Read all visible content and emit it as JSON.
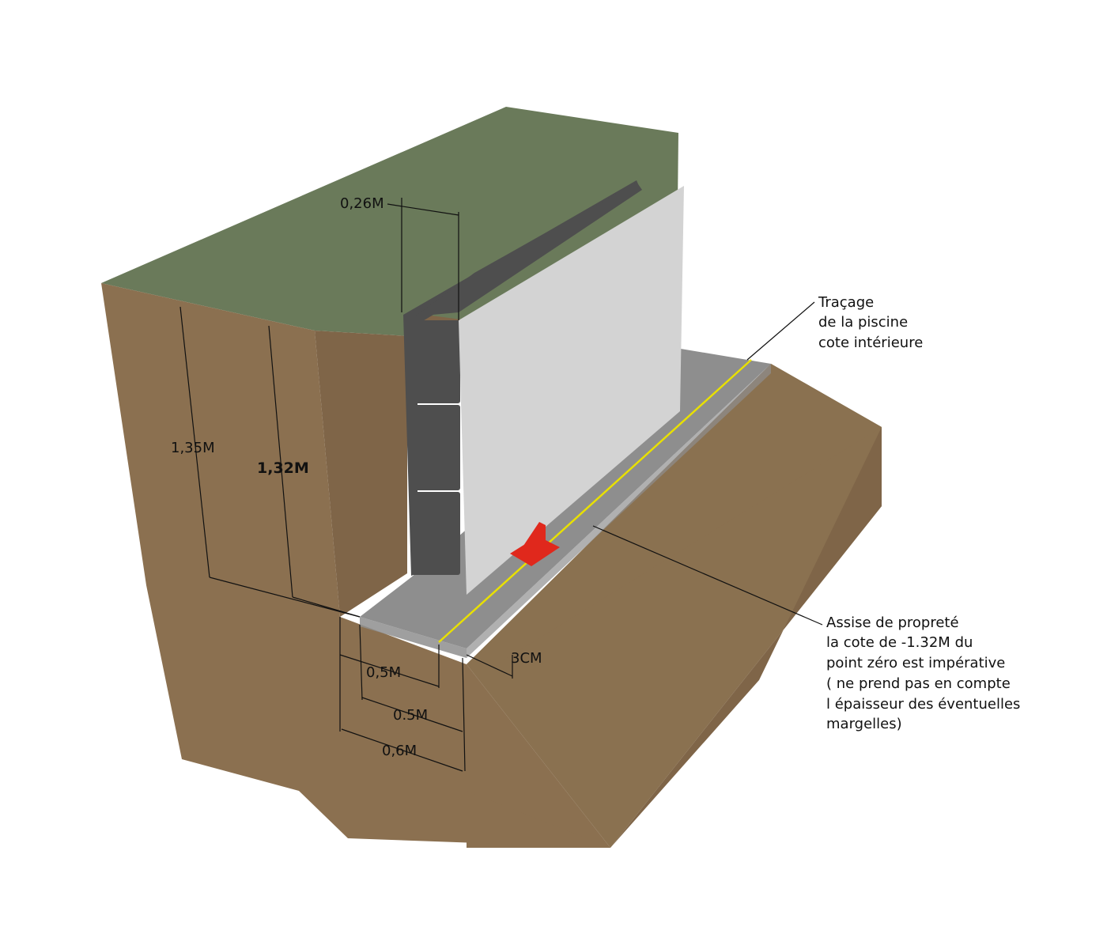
{
  "colors": {
    "soil_front": "#8b7050",
    "soil_side": "#7f6548",
    "soil_slope": "#8a7150",
    "grass_top": "#6a7a5a",
    "gravel": "#8e8e8e",
    "panel_face": "#d3d3d3",
    "frame_dark": "#4e4e4e",
    "stake_red": "#e0281c",
    "trace_yellow": "#e8e000"
  },
  "dimensions": {
    "top_width": "0,26M",
    "height_outer": "1,35M",
    "height_inner": "1,32M",
    "base_half": "0,5M",
    "base_half_dot": "0.5M",
    "base_full": "0,6M",
    "slab_thickness": "3CM"
  },
  "notes": {
    "tracing": {
      "lines": [
        "Traçage",
        "de la piscine",
        "cote intérieure"
      ]
    },
    "bedding": {
      "lines": [
        "Assise de propreté",
        "la cote de -1.32M du",
        "point zéro est impérative",
        "( ne prend pas en compte",
        "l épaisseur des éventuelles",
        "margelles)"
      ]
    }
  },
  "icons": {
    "stake": "red-anchor-stake-icon"
  }
}
